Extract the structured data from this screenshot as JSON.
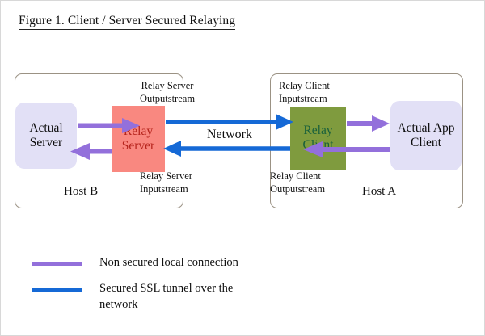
{
  "figure": {
    "title": "Figure 1. Client / Server Secured Relaying",
    "background_color": "#ffffff"
  },
  "hosts": [
    {
      "id": "host-b",
      "label": "Host B"
    },
    {
      "id": "host-a",
      "label": "Host A"
    }
  ],
  "nodes": {
    "actual_server": {
      "label": "Actual\nServer",
      "fill": "#e2e0f6",
      "text_color": "#0d0d0d"
    },
    "relay_server": {
      "label": "Relay\nServer",
      "fill": "#f98880",
      "text_color": "#b5241c"
    },
    "relay_client": {
      "label": "Relay\nClient",
      "fill": "#7f9b3e",
      "text_color": "#19603c"
    },
    "actual_app_client": {
      "label": "Actual App\nClient",
      "fill": "#e2e0f6",
      "text_color": "#0d0d0d"
    }
  },
  "stream_labels": {
    "relay_server_outputstream": "Relay Server\nOutputstream",
    "relay_server_inputstream": "Relay Server\nInputstream",
    "relay_client_inputstream": "Relay Client\nInputstream",
    "relay_client_outputstream": "Relay Client\nOutputstream"
  },
  "network": {
    "label": "Network"
  },
  "colors": {
    "local_connection": "#9370db",
    "ssl_tunnel": "#1569d6",
    "host_border": "#9b9284",
    "title_text": "#111111"
  },
  "legend": {
    "items": [
      {
        "swatch_color": "#9370db",
        "text": "Non secured local connection"
      },
      {
        "swatch_color": "#1569d6",
        "text": "Secured SSL tunnel over the\nnetwork"
      }
    ]
  }
}
